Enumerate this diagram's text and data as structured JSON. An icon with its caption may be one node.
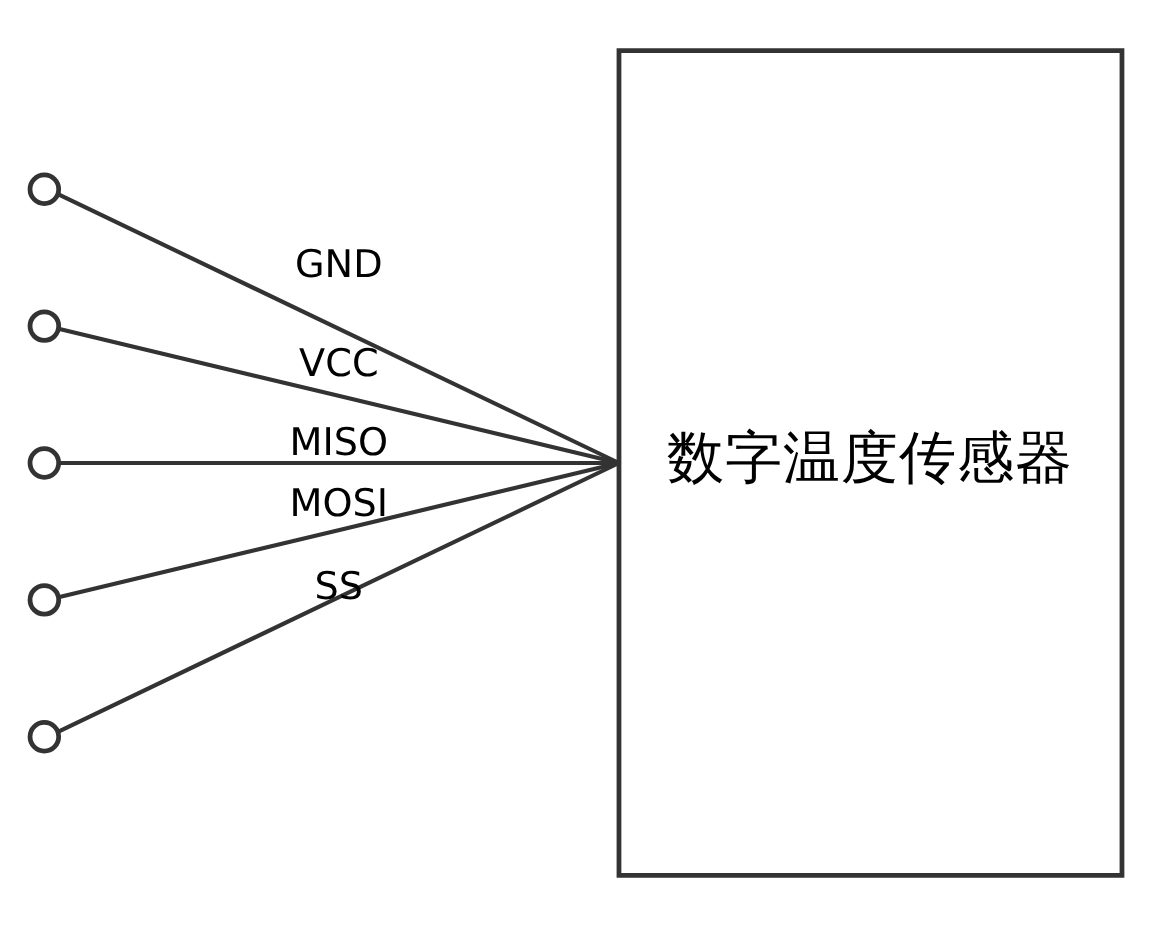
{
  "diagram": {
    "nodes": [
      {
        "text": [
          "数字温度传感器"
        ]
      },
      {
        "text": [],
        "shape": "circle"
      },
      {
        "text": [],
        "shape": "circle"
      },
      {
        "text": [],
        "shape": "circle"
      },
      {
        "text": [],
        "shape": "circle"
      },
      {
        "text": [],
        "shape": "circle"
      }
    ],
    "edges": [
      {
        "from": 1,
        "to": 0,
        "arrow": "none",
        "label": "GND"
      },
      {
        "from": 2,
        "to": 0,
        "arrow": "none",
        "label": "VCC"
      },
      {
        "from": 3,
        "to": 0,
        "arrow": "none",
        "label": "MISO"
      },
      {
        "from": 4,
        "to": 0,
        "arrow": "none",
        "label": "MOSI"
      },
      {
        "from": 5,
        "to": 0,
        "arrow": "none",
        "label": "SS"
      }
    ]
  }
}
